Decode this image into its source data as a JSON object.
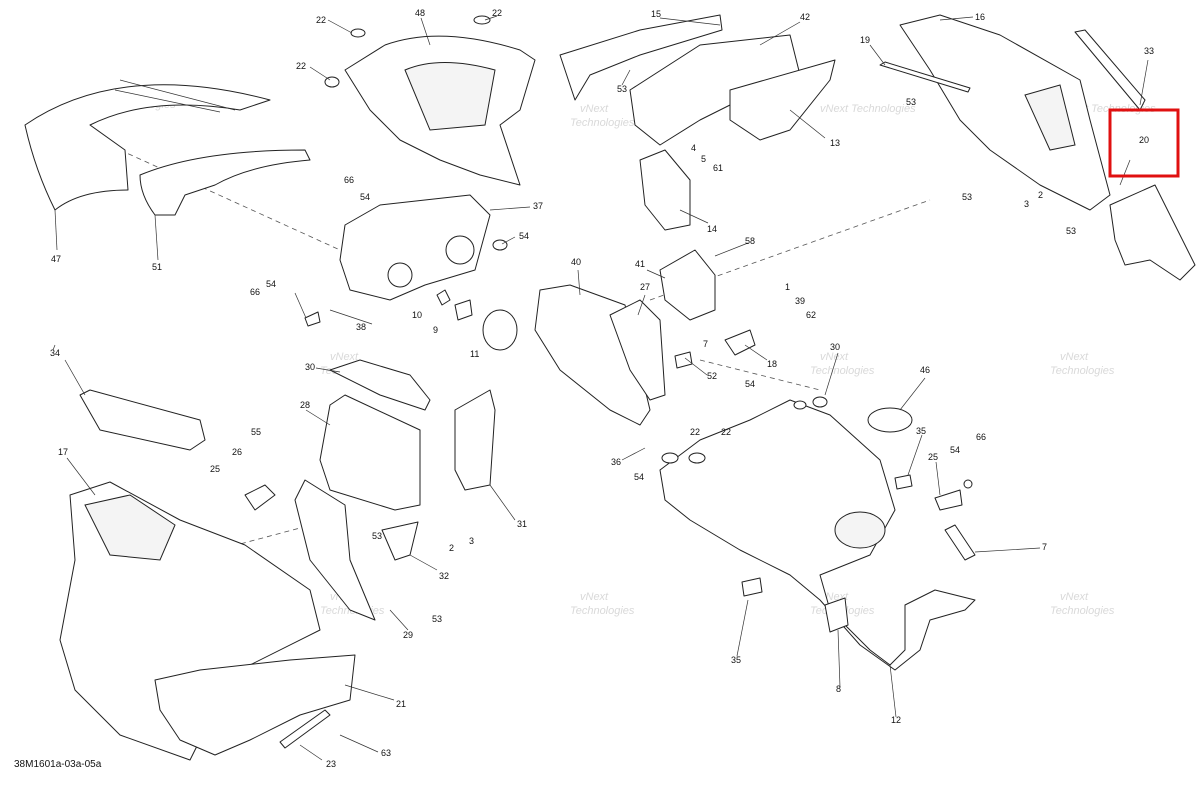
{
  "diagram_code": "38M1601a-03a-05a",
  "watermark": [
    "vNext",
    "Technologies",
    "vNext Technologies"
  ],
  "highlight": {
    "label": "20",
    "color": "#e01010"
  },
  "callouts": [
    "1",
    "2",
    "3",
    "4",
    "5",
    "7",
    "8",
    "9",
    "10",
    "11",
    "12",
    "13",
    "14",
    "15",
    "16",
    "17",
    "18",
    "19",
    "20",
    "21",
    "22",
    "23",
    "25",
    "26",
    "27",
    "28",
    "29",
    "30",
    "31",
    "32",
    "33",
    "34",
    "35",
    "36",
    "37",
    "38",
    "39",
    "40",
    "41",
    "42",
    "46",
    "47",
    "48",
    "51",
    "52",
    "53",
    "54",
    "55",
    "58",
    "61",
    "62",
    "63",
    "66"
  ]
}
